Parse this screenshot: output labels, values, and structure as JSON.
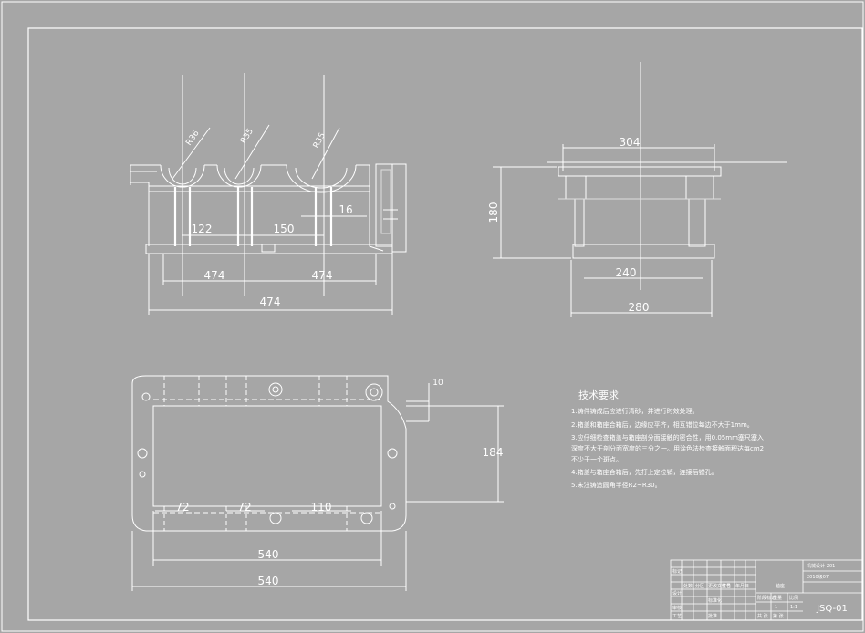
{
  "front_view": {
    "dims": {
      "d1": "122",
      "d2": "150",
      "d3": "16",
      "d4": "474",
      "d5": "474",
      "d6": "474"
    },
    "leaders": {
      "r1": "R36",
      "r2": "R35",
      "r3": "R35"
    }
  },
  "side_view": {
    "dims": {
      "top": "304",
      "height": "180",
      "mid": "240",
      "bottom": "280"
    }
  },
  "plan_view": {
    "dims": {
      "small": "10",
      "right": "184",
      "a": "72",
      "b": "72",
      "c": "110",
      "w1": "540",
      "w2": "540"
    }
  },
  "notes": {
    "title": "技术要求",
    "lines": [
      "1.铸件铸成后应进行清砂，并进行时效处理。",
      "2.箱盖和箱座合箱后，边缘应平齐，相互错位每边不大于1mm。",
      "3.应仔细检查箱盖与箱座剖分面接触的密合性，用0.05mm塞尺塞入",
      "深度不大于剖分面宽度的三分之一。用涂色法检查接触面积达每cm2",
      "不少于一个斑点。",
      "4.箱盖与箱座合箱后，先打上定位销，连接后镗孔。",
      "5.未注铸造圆角半径R2~R30。"
    ]
  },
  "title_block": {
    "tl1": "机械设计-201",
    "tl2": "2010级07",
    "part": "轴座",
    "drawing_no": "JSQ-01",
    "rows": [
      "标记",
      "设计",
      "审核",
      "工艺"
    ],
    "cells": [
      "处数",
      "分区",
      "更改文件号",
      "签名",
      "年月日",
      "标准化",
      "批准",
      "阶段标记",
      "重量",
      "比例",
      "共 张",
      "第 张"
    ],
    "scale": "1:1",
    "sheet": "1"
  }
}
